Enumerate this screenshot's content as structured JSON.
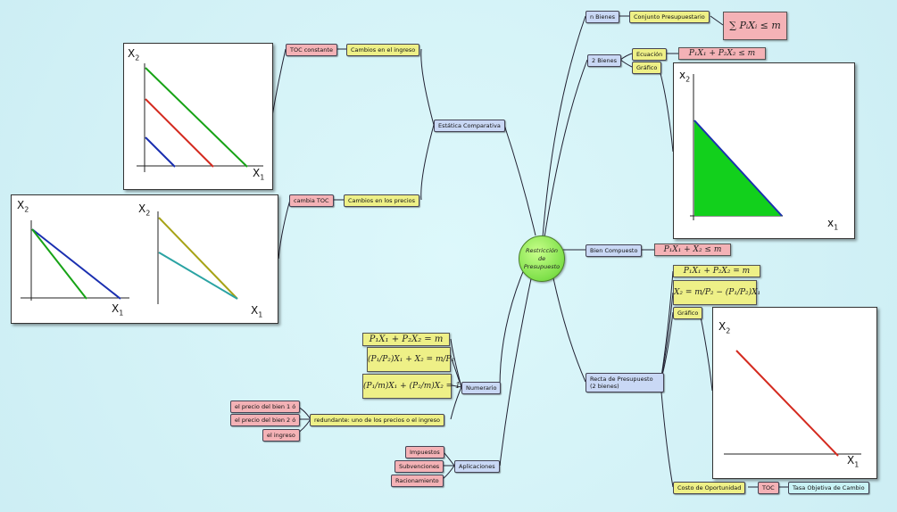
{
  "root": "Restricción de Presupuesto",
  "branches": {
    "estatica": "Estática Comparativa",
    "cambios_ingreso": "Cambios en el ingreso",
    "toc_constante": "TOC constante",
    "cambios_precios": "Cambios en los precios",
    "cambia_toc": "cambia TOC",
    "numerario": "Numerario",
    "redundante": "redundante: uno de los precios o el ingreso",
    "precio_bien_1": "el precio del bien 1 ó",
    "precio_bien_2": "el precio del bien 2 ó",
    "ingreso": "el ingreso",
    "aplicaciones": "Aplicaciones",
    "impuestos": "Impuestos",
    "subvenciones": "Subvenciones",
    "racionamiento": "Racionamiento",
    "n_bienes": "n Bienes",
    "conjunto": "Conjunto Presupuestario",
    "dos_bienes": "2 Bienes",
    "ecuacion": "Ecuación",
    "grafico1": "Gráfico",
    "bien_compuesto": "Bien Compuesto",
    "recta": "Recta de Presupuesto (2 bienes)",
    "grafico2": "Gráfico",
    "costo": "Costo de Oportunidad",
    "toc": "TOC",
    "tasa": "Tasa Objetiva de Cambio"
  },
  "formulas": {
    "f_sum": "∑ PᵢXᵢ ≤ m",
    "f_ecuacion": "P₁X₁ + P₂X₂ ≤ m",
    "f_compuesto": "P₁X₁ + X₂ ≤ m",
    "f_recta1": "P₁X₁ + P₂X₂ = m",
    "f_recta2": "X₂ = m/P₂ − (P₁/P₂)X₁",
    "f_num1": "P₁X₁ + P₂X₂ = m",
    "f_num2": "(P₁/P₂)X₁ + X₂ = m/P₂",
    "f_num3": "(P₁/m)X₁ + (P₂/m)X₂ = 1"
  },
  "axis_labels": {
    "x1": "X",
    "x1_sub": "1",
    "x2": "X",
    "x2_sub": "2",
    "x1_lower": "x",
    "x2_lower": "x"
  },
  "colors": {
    "green": "#17a316",
    "red": "#d42a1f",
    "blue": "#1a2fb0",
    "olive": "#a7a317",
    "teal": "#2aa3a3",
    "fill_green": "#12d01c"
  }
}
